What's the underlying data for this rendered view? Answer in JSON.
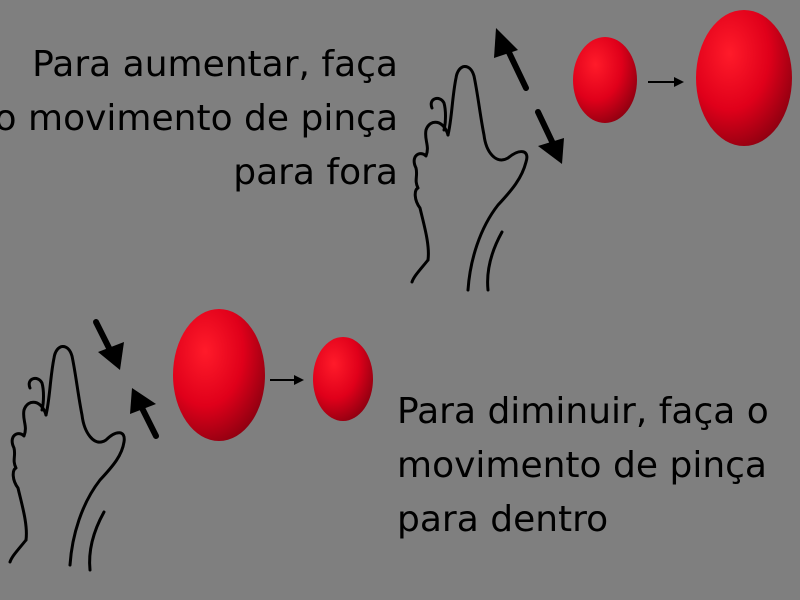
{
  "zoom_in": {
    "lines": [
      "Para aumentar, faça",
      "o movimento de pinça",
      "para fora"
    ]
  },
  "zoom_out": {
    "lines": [
      "Para diminuir, faça o",
      "movimento de pinça",
      "para dentro"
    ]
  },
  "colors": {
    "background": "#7f7f7f",
    "ball": "#e0001a",
    "ball_dark": "#8c0010",
    "ink": "#000000"
  },
  "icons": {
    "hand": "pinch-hand-icon",
    "arrow": "right-arrow-icon",
    "ball": "red-ball-icon"
  }
}
